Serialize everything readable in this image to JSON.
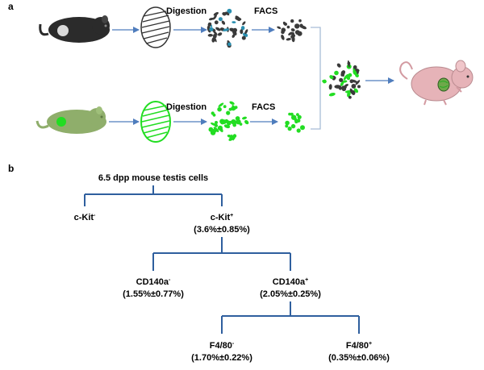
{
  "panels": {
    "a": {
      "label": "a"
    },
    "b": {
      "label": "b"
    }
  },
  "steps": {
    "top_digestion": "Digestion",
    "top_facs": "FACS",
    "bottom_digestion": "Digestion",
    "bottom_facs": "FACS"
  },
  "colors": {
    "wildtype_mouse": "#2b2b2b",
    "gfp_mouse": "#8fae6b",
    "gfp_cells": "#22dd22",
    "blue_cells": "#2a8fb0",
    "dark_cells": "#3a3a3a",
    "recipient_mouse": "#e6b3b8",
    "arrow": "#4f7dbd",
    "tree_line": "#2f5f9e"
  },
  "tree": {
    "root": "6.5 dpp mouse testis cells",
    "ckit_neg": {
      "name": "c-Kit",
      "sign": "-"
    },
    "ckit_pos": {
      "name": "c-Kit",
      "sign": "+",
      "value": "(3.6%±0.85%)"
    },
    "cd140a_neg": {
      "name": "CD140a",
      "sign": "-",
      "value": "(1.55%±0.77%)"
    },
    "cd140a_pos": {
      "name": "CD140a",
      "sign": "+",
      "value": "(2.05%±0.25%)"
    },
    "f480_neg": {
      "name": "F4/80",
      "sign": "-",
      "value": "(1.70%±0.22%)"
    },
    "f480_pos": {
      "name": "F4/80",
      "sign": "+",
      "value": "(0.35%±0.06%)"
    }
  }
}
